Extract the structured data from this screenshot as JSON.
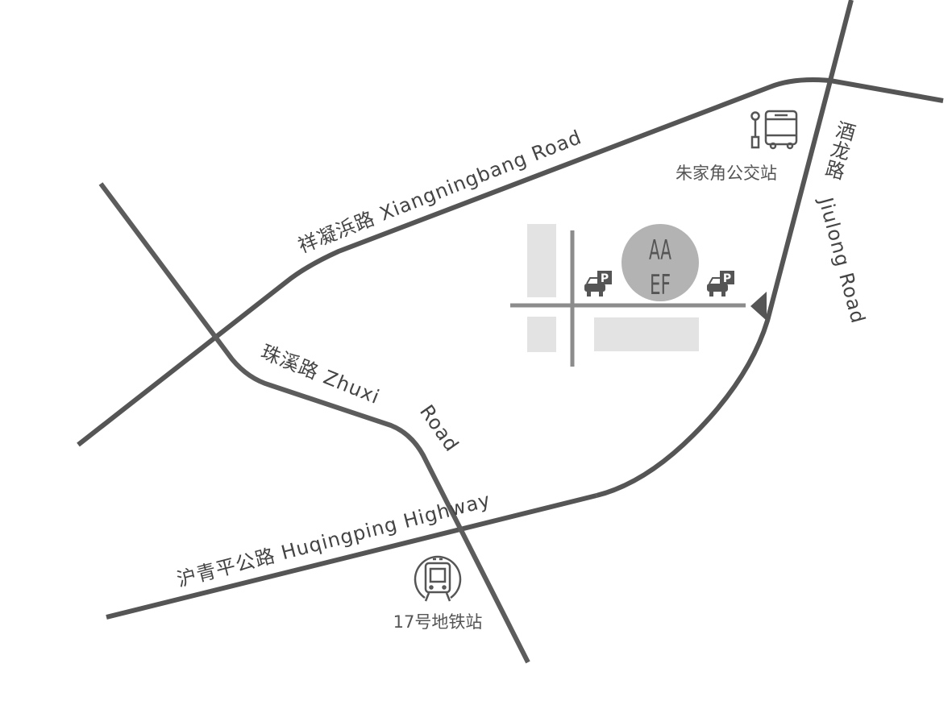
{
  "roads": {
    "xiangningbang": "祥凝浜路 Xiangningbang Road",
    "jiulong_cn": "酒龙路",
    "jiulong_en": "Jiulong Road",
    "zhuxi": "珠溪路 Zhuxi",
    "zhuxi_road": "Road",
    "huqingping": "沪青平公路 Huqingping Highway"
  },
  "pois": {
    "bus_stop": "朱家角公交站",
    "metro_station": "17号地铁站",
    "parking_symbol": "P",
    "logo_top": "AA",
    "logo_bottom": "EF"
  },
  "colors": {
    "road": "#555555",
    "street": "#8c8c8c",
    "block": "#e3e3e3",
    "logo_circle": "#b3b3b3"
  }
}
